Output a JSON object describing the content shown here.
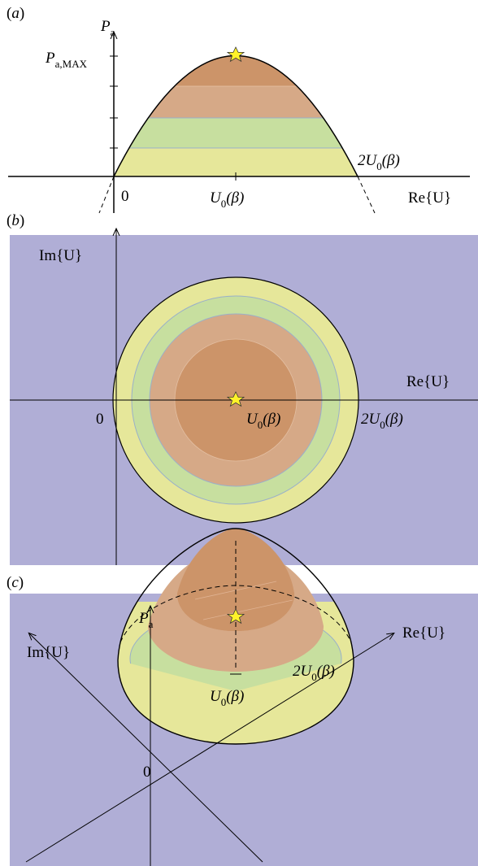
{
  "panels": {
    "a": {
      "label_open": "(",
      "label_letter": "a",
      "label_close": ")",
      "y_axis_main": "P",
      "y_axis_sub": "a",
      "ymax_main": "P",
      "ymax_sub": "a,MAX",
      "x_axis_label": "Re{U}",
      "origin_label": "0",
      "center_label_main": "U",
      "center_label_sub": "0",
      "center_label_tail": "(β)",
      "edge_label_main": "2U",
      "edge_label_sub": "0",
      "edge_label_tail": "(β)"
    },
    "b": {
      "label_open": "(",
      "label_letter": "b",
      "label_close": ")",
      "y_axis_label": "Im{U}",
      "x_axis_label": "Re{U}",
      "origin_label": "0",
      "center_label_main": "U",
      "center_label_sub": "0",
      "center_label_tail": "(β)",
      "edge_label_main": "2U",
      "edge_label_sub": "0",
      "edge_label_tail": "(β)"
    },
    "c": {
      "label_open": "(",
      "label_letter": "c",
      "label_close": ")",
      "z_axis_main": "P",
      "z_axis_sub": "a",
      "re_axis_label": "Re{U}",
      "im_axis_label": "Im{U}",
      "origin_label": "0",
      "center_label_main": "U",
      "center_label_sub": "0",
      "center_label_tail": "(β)",
      "edge_label_main": "2U",
      "edge_label_sub": "0",
      "edge_label_tail": "(β)"
    }
  },
  "colors": {
    "background_purple": "#b0aed6",
    "level_1_yellow": "#e6e79a",
    "level_2_green": "#c7df9f",
    "level_3_peach": "#d6a987",
    "level_4_orange": "#cc9469",
    "star": "#fff22a"
  }
}
